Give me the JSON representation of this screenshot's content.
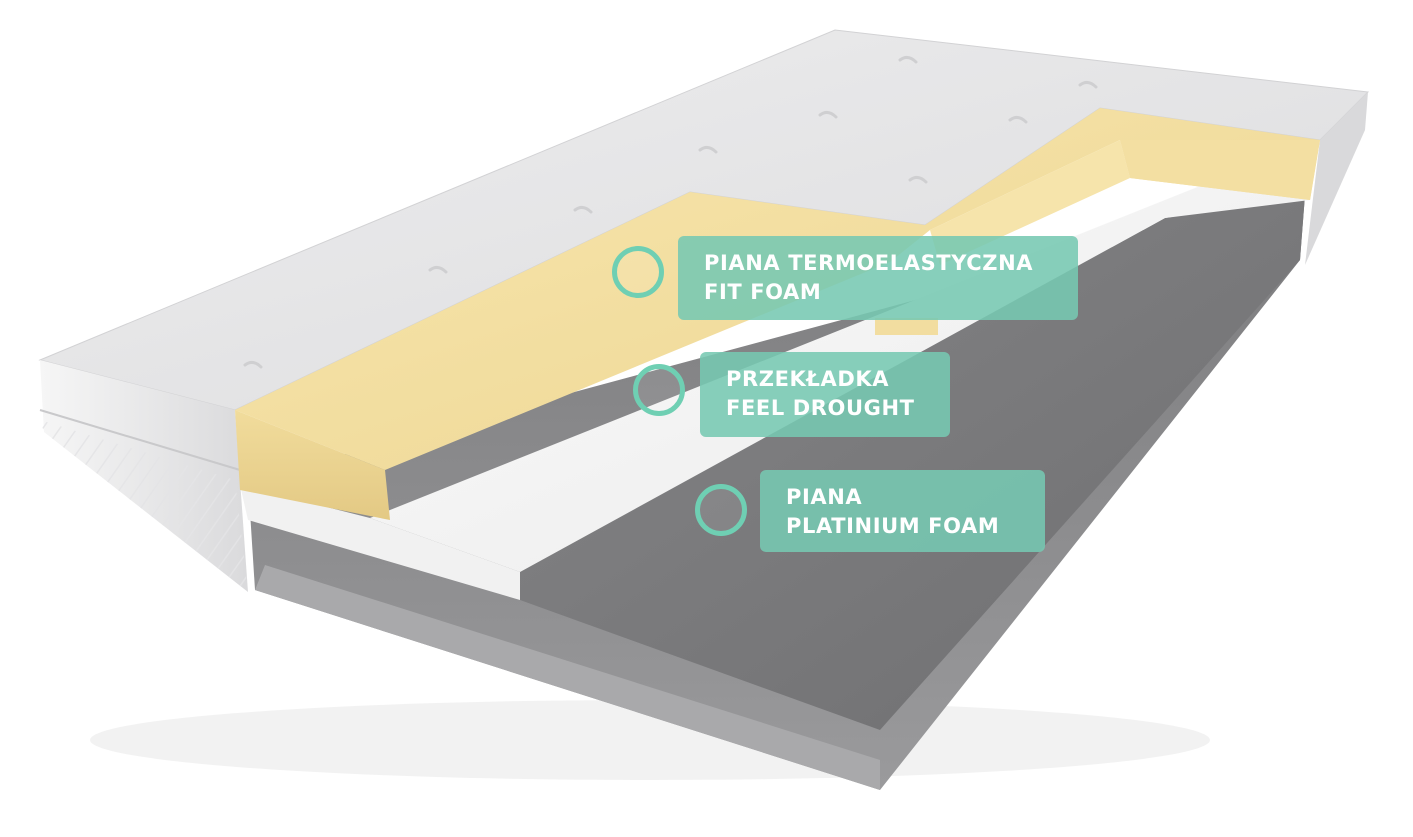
{
  "colors": {
    "accent": "#6fcfb3",
    "label_background": "#76c8b2",
    "cover": "#e6e6e8",
    "fit_foam": "#f2dea0",
    "feel_drought": "#f4f4f4",
    "platinium_foam": "#7a7a7c"
  },
  "layers": [
    {
      "icon": "circle-marker-icon",
      "line1": "PIANA TERMOELASTYCZNA",
      "line2": "FIT FOAM"
    },
    {
      "icon": "circle-marker-icon",
      "line1": "PRZEKŁADKA",
      "line2": "FEEL DROUGHT"
    },
    {
      "icon": "circle-marker-icon",
      "line1": "PIANA",
      "line2": "PLATINIUM FOAM"
    }
  ]
}
